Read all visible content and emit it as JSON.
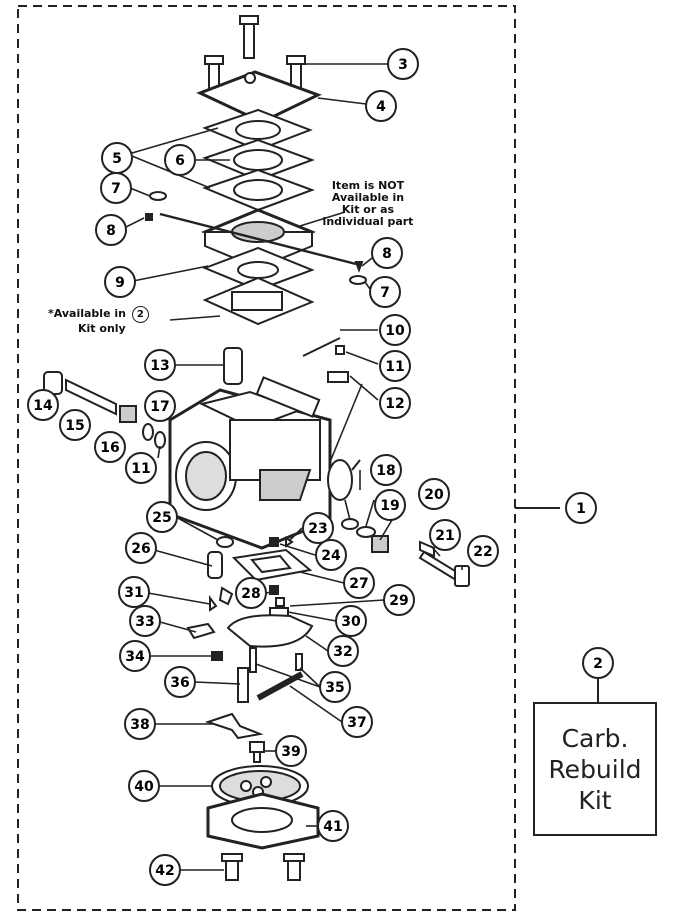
{
  "diagram": {
    "callouts": [
      "1",
      "2",
      "3",
      "4",
      "5",
      "6",
      "7",
      "8",
      "9",
      "10",
      "11",
      "12",
      "13",
      "14",
      "15",
      "16",
      "17",
      "18",
      "19",
      "20",
      "21",
      "22",
      "23",
      "24",
      "25",
      "26",
      "27",
      "28",
      "29",
      "30",
      "31",
      "32",
      "33",
      "34",
      "35",
      "36",
      "37",
      "38",
      "39",
      "40",
      "41",
      "42"
    ],
    "callout_dupes": {
      "c5b": "5",
      "c7b": "7",
      "c8b": "8",
      "c11b": "11",
      "c35b": "35",
      "kit2": "2"
    },
    "notes": {
      "not_available_line1": "Item is NOT",
      "not_available_line2": "Available in",
      "not_available_line3": "Kit or as",
      "not_available_line4": "individual part",
      "kit_only_line1": "*Available in",
      "kit_only_line2": "Kit only",
      "kit_only_ref": "2"
    },
    "kit_box": {
      "line1": "Carb.",
      "line2": "Rebuild",
      "line3": "Kit"
    }
  }
}
